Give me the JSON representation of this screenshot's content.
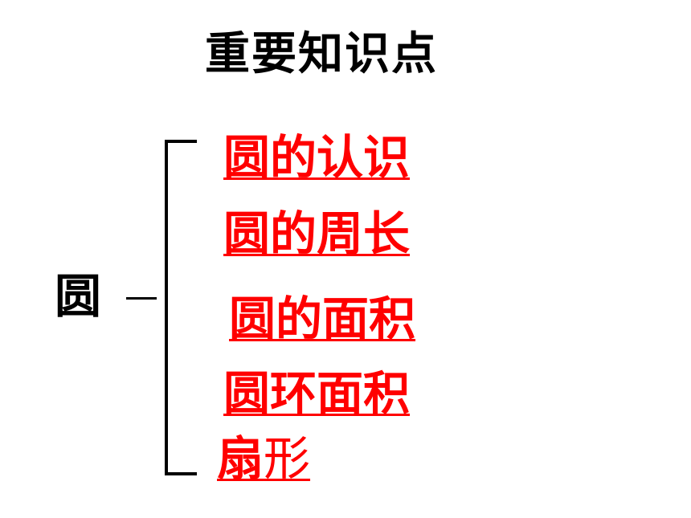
{
  "title": "重要知识点",
  "root_label": "圆",
  "topics": [
    "圆的认识",
    "圆的周长",
    "圆的面积",
    "圆环面积"
  ],
  "last_topic": {
    "part1": "扇",
    "part2": "形"
  },
  "colors": {
    "title": "#000000",
    "topic": "#ff0000",
    "bracket": "#000000"
  }
}
